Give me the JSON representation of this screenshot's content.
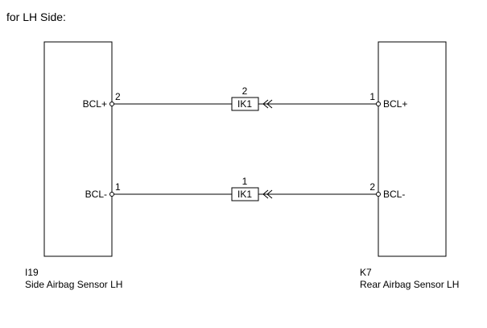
{
  "header": {
    "title": "for LH Side:"
  },
  "left_component": {
    "code": "I19",
    "name": "Side Airbag Sensor LH",
    "pins": [
      {
        "pin": "2",
        "signal": "BCL+"
      },
      {
        "pin": "1",
        "signal": "BCL-"
      }
    ]
  },
  "right_component": {
    "code": "K7",
    "name": "Rear Airbag Sensor LH",
    "pins": [
      {
        "pin": "1",
        "signal": "BCL+"
      },
      {
        "pin": "2",
        "signal": "BCL-"
      }
    ]
  },
  "connectors": [
    {
      "pin": "2",
      "label": "IK1"
    },
    {
      "pin": "1",
      "label": "IK1"
    }
  ],
  "colors": {
    "line": "#000000",
    "background": "#ffffff"
  }
}
